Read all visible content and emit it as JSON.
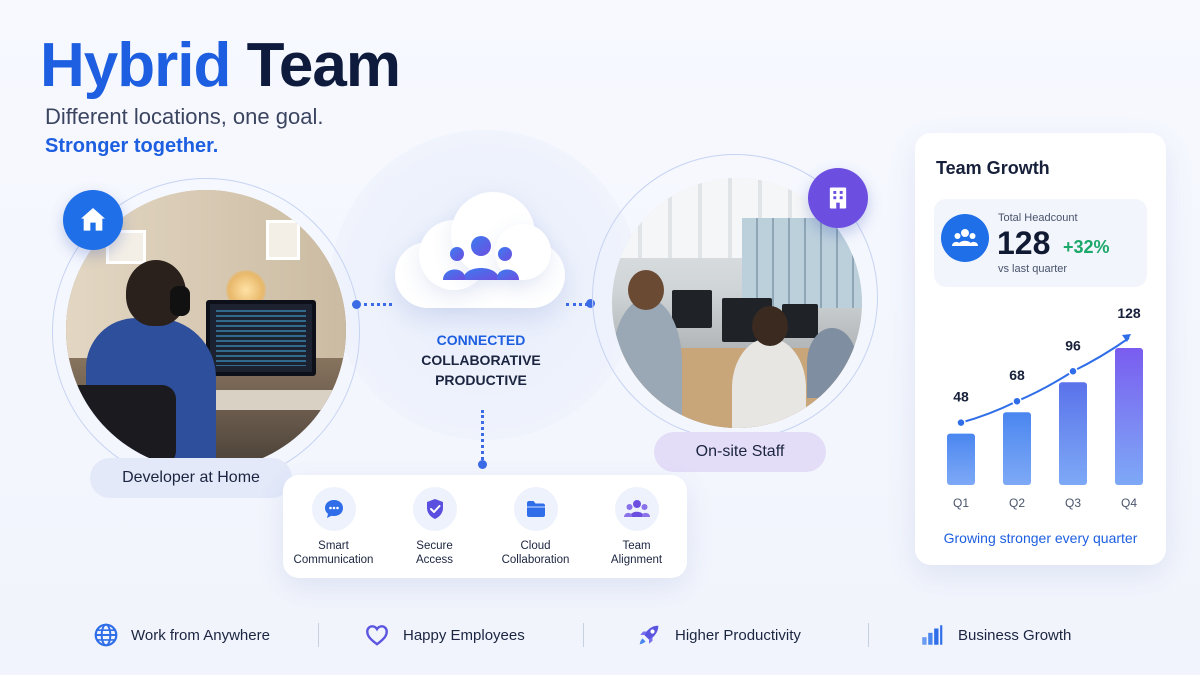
{
  "header": {
    "title_part1": "Hybrid",
    "title_part2": "Team",
    "subtitle": "Different locations, one goal.",
    "tagline": "Stronger together."
  },
  "home": {
    "label": "Developer at Home",
    "icon": "home-icon"
  },
  "office": {
    "label": "On-site Staff",
    "icon": "building-icon"
  },
  "center": {
    "icon": "team-cloud-icon",
    "line1": "CONNECTED",
    "line2": "COLLABORATIVE",
    "line3": "PRODUCTIVE"
  },
  "features": [
    {
      "line1": "Smart",
      "line2": "Communication",
      "icon": "chat-icon"
    },
    {
      "line1": "Secure",
      "line2": "Access",
      "icon": "shield-check-icon"
    },
    {
      "line1": "Cloud",
      "line2": "Collaboration",
      "icon": "folder-icon"
    },
    {
      "line1": "Team",
      "line2": "Alignment",
      "icon": "team-icon"
    }
  ],
  "growth_card": {
    "title": "Team Growth",
    "stat_label": "Total Headcount",
    "stat_value": "128",
    "stat_change": "+32%",
    "stat_compare": "vs last quarter",
    "footer": "Growing stronger every quarter"
  },
  "chart_data": {
    "type": "bar",
    "categories": [
      "Q1",
      "Q2",
      "Q3",
      "Q4"
    ],
    "values": [
      48,
      68,
      96,
      128
    ],
    "data_labels": [
      "48",
      "68",
      "96",
      "128"
    ],
    "title": "",
    "xlabel": "",
    "ylabel": "",
    "trend_line": true,
    "colors": [
      "#4a86f0",
      "#4a86f0",
      "#5a72ea",
      "#7a5cf0"
    ]
  },
  "bottom": [
    {
      "label": "Work from Anywhere",
      "icon": "globe-icon"
    },
    {
      "label": "Happy Employees",
      "icon": "heart-icon"
    },
    {
      "label": "Higher Productivity",
      "icon": "rocket-icon"
    },
    {
      "label": "Business Growth",
      "icon": "bar-chart-icon"
    }
  ],
  "colors": {
    "primary_blue": "#1d5fe0",
    "purple": "#6c4fe0",
    "green": "#1ba86a",
    "navy": "#0f1b3d"
  }
}
